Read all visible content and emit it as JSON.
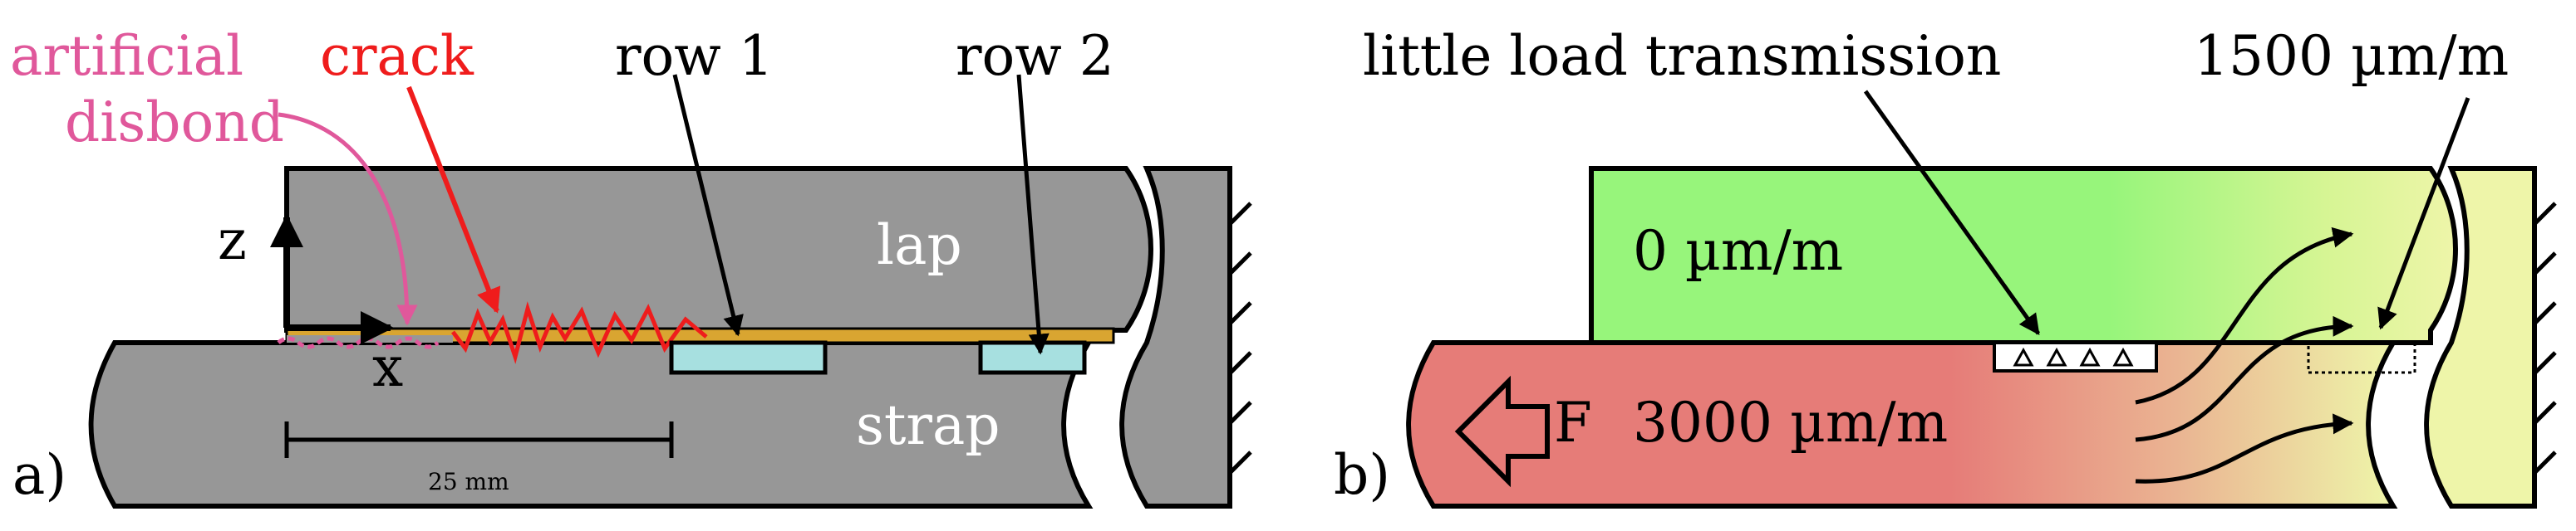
{
  "panel_a": {
    "panel_label": "a)",
    "labels": {
      "artificial": "artificial",
      "disbond": "disbond",
      "crack": "crack",
      "row1": "row 1",
      "row2": "row 2",
      "lap": "lap",
      "strap": "strap",
      "axis_z": "z",
      "axis_x": "x",
      "scale": "25 mm"
    }
  },
  "panel_b": {
    "panel_label": "b)",
    "labels": {
      "little_load": "little load transmission",
      "strain_high": "1500 µm/m",
      "strain_lap": "0 µm/m",
      "strain_strap": "3000 µm/m",
      "force": "F"
    }
  },
  "colors": {
    "metal": "#979797",
    "adhesive": "#d9a531",
    "sensor": "#a7e0e0",
    "disbond": "#e0589b",
    "crack": "#ef1c1c",
    "lap_green": "#97f57b",
    "strap_red": "#e67c78",
    "pale_yellow": "#eef5a9"
  }
}
